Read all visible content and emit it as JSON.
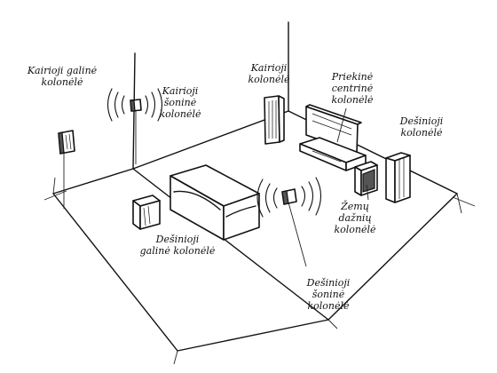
{
  "labels": {
    "rear_left": [
      "Kairioji galinė",
      "kolonėlė"
    ],
    "side_left": [
      "Kairioji",
      "šoninė",
      "kolonėlė"
    ],
    "front_left": [
      "Kairioji",
      "kolonėlė"
    ],
    "center": [
      "Priekinė",
      "centrinė",
      "kolonėlė"
    ],
    "front_right": [
      "Dešinioji",
      "kolonėlė"
    ],
    "subwoofer": [
      "Žemų",
      "dažnių",
      "kolonėlė"
    ],
    "rear_right": [
      "Dešinioji",
      "galinė kolonėlė"
    ],
    "side_right": [
      "Dešinioji",
      "šoninė",
      "kolonėlė"
    ]
  },
  "colors": {
    "ink": "#111111",
    "background": "#ffffff"
  },
  "icons": [
    "speaker-icon",
    "tv-icon",
    "sofa-icon",
    "subwoofer-icon",
    "sound-wave-icon"
  ]
}
